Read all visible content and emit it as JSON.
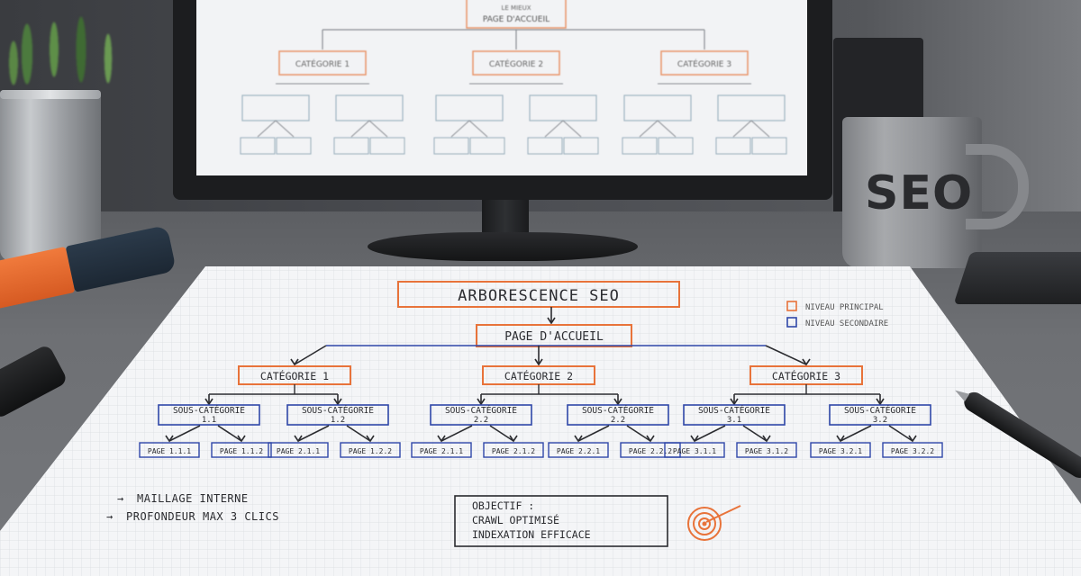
{
  "mug": {
    "text": "SEO"
  },
  "paper": {
    "title": "ARBORESCENCE SEO",
    "legend": [
      {
        "label": "NIVEAU PRINCIPAL",
        "color": "#e8733a"
      },
      {
        "label": "NIVEAU SECONDAIRE",
        "color": "#2f47a8"
      }
    ],
    "root": "PAGE D'ACCUEIL",
    "categories": [
      {
        "label": "CATÉGORIE 1",
        "subs": [
          {
            "label_line1": "SOUS-CATÉGORIE",
            "label_line2": "1.1",
            "pages": [
              "PAGE 1.1.1",
              "PAGE 1.1.2"
            ]
          },
          {
            "label_line1": "SOUS-CATÉGORIE",
            "label_line2": "1.2",
            "pages": [
              "PAGE 2.1.1",
              "PAGE 1.2.2"
            ]
          }
        ]
      },
      {
        "label": "CATÉGORIE 2",
        "subs": [
          {
            "label_line1": "SOUS-CATÉGORIE",
            "label_line2": "2.2",
            "pages": [
              "PAGE 2.1.1",
              "PAGE 2.1.2"
            ]
          },
          {
            "label_line1": "SOUS-CATÉGORIE",
            "label_line2": "2.2",
            "pages": [
              "PAGE 2.2.1",
              "PAGE 2.2.2"
            ]
          }
        ]
      },
      {
        "label": "CATÉGORIE 3",
        "subs": [
          {
            "label_line1": "SOUS-CATÉGORIE",
            "label_line2": "3.1",
            "pages": [
              "PAGE 3.1.1",
              "PAGE 3.1.2"
            ]
          },
          {
            "label_line1": "SOUS-CATÉGORIE",
            "label_line2": "3.2",
            "pages": [
              "PAGE 3.2.1",
              "PAGE 3.2.2"
            ]
          }
        ]
      }
    ],
    "notes": [
      "MAILLAGE INTERNE",
      "PROFONDEUR MAX 3 CLICS"
    ],
    "objective": [
      "OBJECTIF :",
      "CRAWL OPTIMISÉ",
      "INDEXATION EFFICACE"
    ]
  },
  "monitor_screen": {
    "root_line1": "LE MIEUX",
    "root_line2": "PAGE D'ACCUEIL",
    "categories": [
      "CATÉGORIE 1",
      "CATÉGORIE 2",
      "CATÉGORIE 3"
    ]
  },
  "colors": {
    "orange": "#e8733a",
    "blue": "#2f47a8",
    "ink": "#2b2c30"
  }
}
